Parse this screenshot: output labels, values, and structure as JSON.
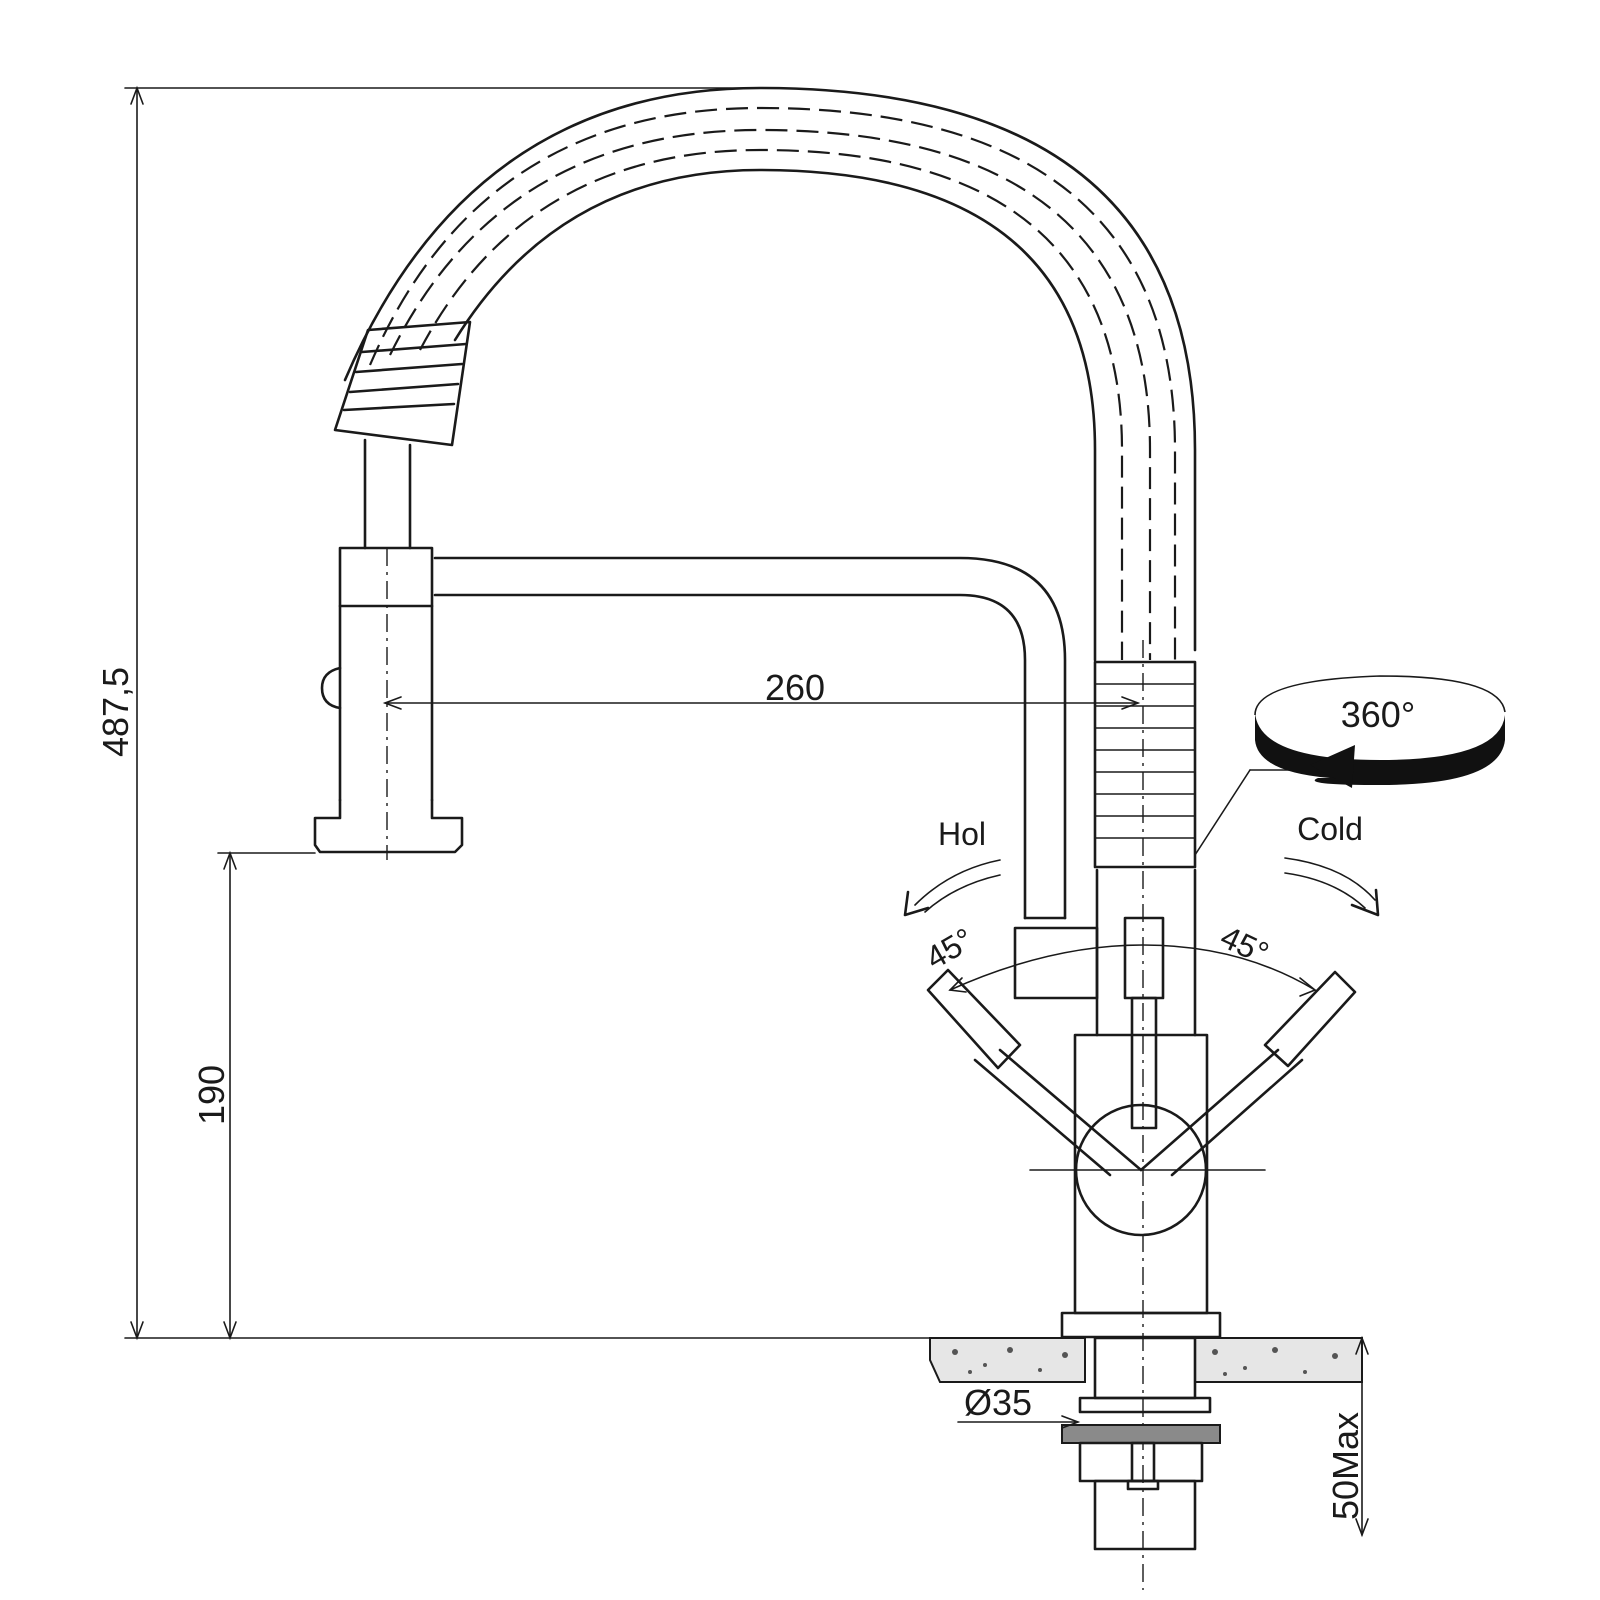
{
  "dimensions": {
    "total_height": "487,5",
    "spout_height": "190",
    "reach": "260",
    "hole_diameter": "Ø35",
    "counter_thickness": "50Max"
  },
  "rotation": {
    "swivel": "360°"
  },
  "lever": {
    "hot_label": "Hol",
    "cold_label": "Cold",
    "hot_angle": "45°",
    "cold_angle": "45°"
  },
  "colors": {
    "line": "#1a1a1a",
    "granite": "#e6e6e6",
    "background": "#ffffff"
  }
}
